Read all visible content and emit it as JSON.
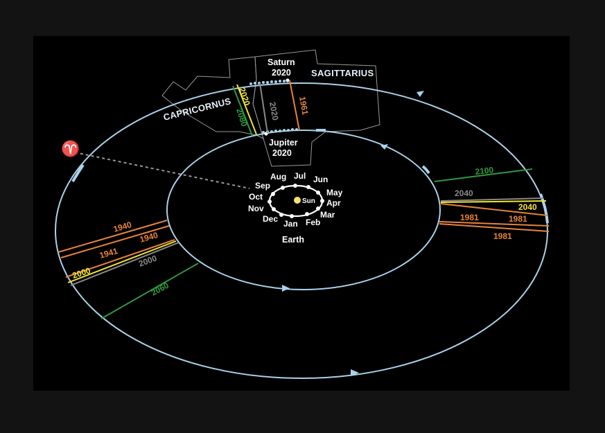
{
  "labels": {
    "saturn": "Saturn",
    "saturn_year": "2020",
    "jupiter": "Jupiter",
    "jupiter_year": "2020",
    "sagittarius": "SAGITTARIUS",
    "capricornus": "CAPRICORNUS",
    "earth": "Earth",
    "sun": "Sun",
    "aries_symbol": "♈"
  },
  "months": [
    "Jan",
    "Feb",
    "Mar",
    "Apr",
    "May",
    "Jun",
    "Jul",
    "Aug",
    "Sep",
    "Oct",
    "Nov",
    "Dec"
  ],
  "conjunctions": {
    "top": {
      "y2020": "2020",
      "y2080": "2080",
      "y2020b": "2020",
      "y1961": "1961"
    },
    "left": {
      "y1940": "1940",
      "y1940b": "1940",
      "y1941": "1941",
      "y2000": "2000",
      "y2000b": "2000",
      "y2060": "2060"
    },
    "right": {
      "y2100": "2100",
      "y2040": "2040",
      "y2040b": "2040",
      "y1981": "1981",
      "y1981b": "1981",
      "y1981c": "1981"
    }
  },
  "colors": {
    "orbit": "#a9d3ea",
    "yellow": "#f2e53a",
    "orange": "#e8843a",
    "green": "#2f9a3e",
    "gray": "#8a8a8a",
    "sun": "#f6e26b"
  }
}
